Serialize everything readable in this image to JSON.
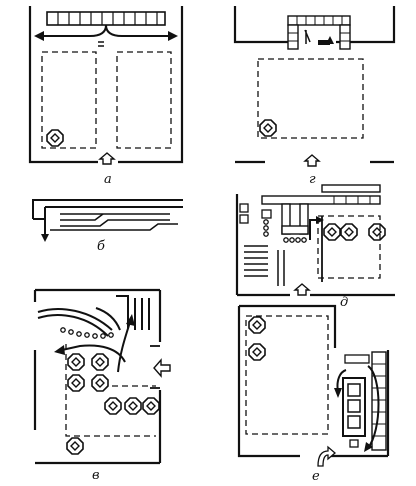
{
  "figure": {
    "panels": [
      {
        "id": "a",
        "label": "а"
      },
      {
        "id": "g",
        "label": "г"
      },
      {
        "id": "b",
        "label": "б"
      },
      {
        "id": "d",
        "label": "д"
      },
      {
        "id": "v",
        "label": "в"
      },
      {
        "id": "e",
        "label": "е"
      }
    ]
  }
}
